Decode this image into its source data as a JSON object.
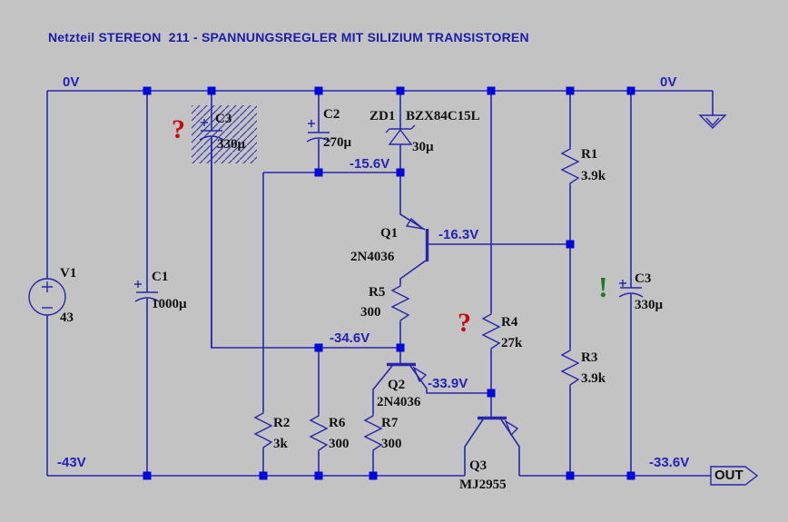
{
  "title": "Netzteil STEREON  211 - SPANNUNGSREGLER MIT SILIZIUM TRANSISTOREN",
  "colors": {
    "background": "#c3c3c3",
    "wire_blue": "#2626ae",
    "junction_blue": "#0008dd",
    "component_text": "#111111",
    "voltage_text": "#2222bb",
    "title_text": "#1c1caa",
    "annotation_red": "#c40e0e",
    "annotation_green": "#1e7a1e"
  },
  "voltages": {
    "top_left": "0V",
    "top_right": "0V",
    "zener_node": "-15.6V",
    "q1_base_node": "-16.3V",
    "r5_bottom_node": "-34.6V",
    "q2_emitter_node": "-33.9V",
    "bottom_left": "-43V",
    "output_node": "-33.6V"
  },
  "components": {
    "v1": {
      "ref": "V1",
      "value": "43"
    },
    "c1": {
      "ref": "C1",
      "value": "1000µ"
    },
    "c3_hatched": {
      "ref": "C3",
      "value": "330µ"
    },
    "c2": {
      "ref": "C2",
      "value": "270µ"
    },
    "zd1": {
      "ref": "ZD1",
      "part": "BZX84C15L",
      "value": "30µ"
    },
    "q1": {
      "ref": "Q1",
      "part": "2N4036"
    },
    "q2": {
      "ref": "Q2",
      "part": "2N4036"
    },
    "q3": {
      "ref": "Q3",
      "part": "MJ2955"
    },
    "r1": {
      "ref": "R1",
      "value": "3.9k"
    },
    "r2": {
      "ref": "R2",
      "value": "3k"
    },
    "r3": {
      "ref": "R3",
      "value": "3.9k"
    },
    "r4": {
      "ref": "R4",
      "value": "27k"
    },
    "r5": {
      "ref": "R5",
      "value": "300"
    },
    "r6": {
      "ref": "R6",
      "value": "300"
    },
    "r7": {
      "ref": "R7",
      "value": "300"
    }
  },
  "annotations": {
    "c3_question": "?",
    "r4_question": "?",
    "c3_right_exclamation": "!"
  },
  "port": {
    "out": "OUT"
  }
}
